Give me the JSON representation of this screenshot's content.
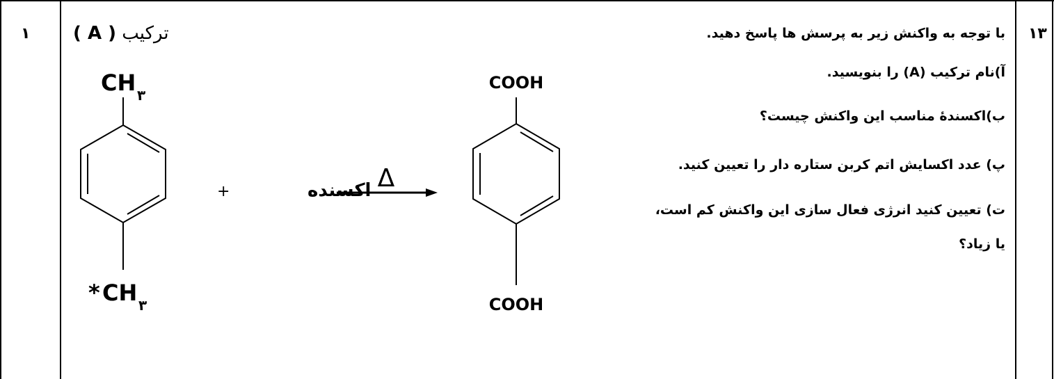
{
  "question": {
    "number": "۱۳",
    "score": "۱",
    "lines": [
      "با توجه به واکنش زیر به پرسش ها پاسخ دهید.",
      "آ)نام ترکیب (A) را بنویسید.",
      "ب)اکسندۀ مناسب این واکنش چیست؟",
      "پ) عدد اکسایش اتم کربن ستاره دار را تعیین کنید.",
      "ت) تعیین کنید انرژی فعال سازی این واکنش کم است،",
      "یا زیاد؟"
    ]
  },
  "reaction": {
    "compound_word": "ترکیب",
    "compound_letter": "( A )",
    "reactant_top": "CH",
    "reactant_top_sub": "۳",
    "reactant_bottom_star": "*",
    "reactant_bottom": "CH",
    "reactant_bottom_sub": "۳",
    "plus": "+",
    "oxidant": "اکسنده",
    "condition": "Δ",
    "product_top": "COOH",
    "product_bottom": "COOH"
  }
}
